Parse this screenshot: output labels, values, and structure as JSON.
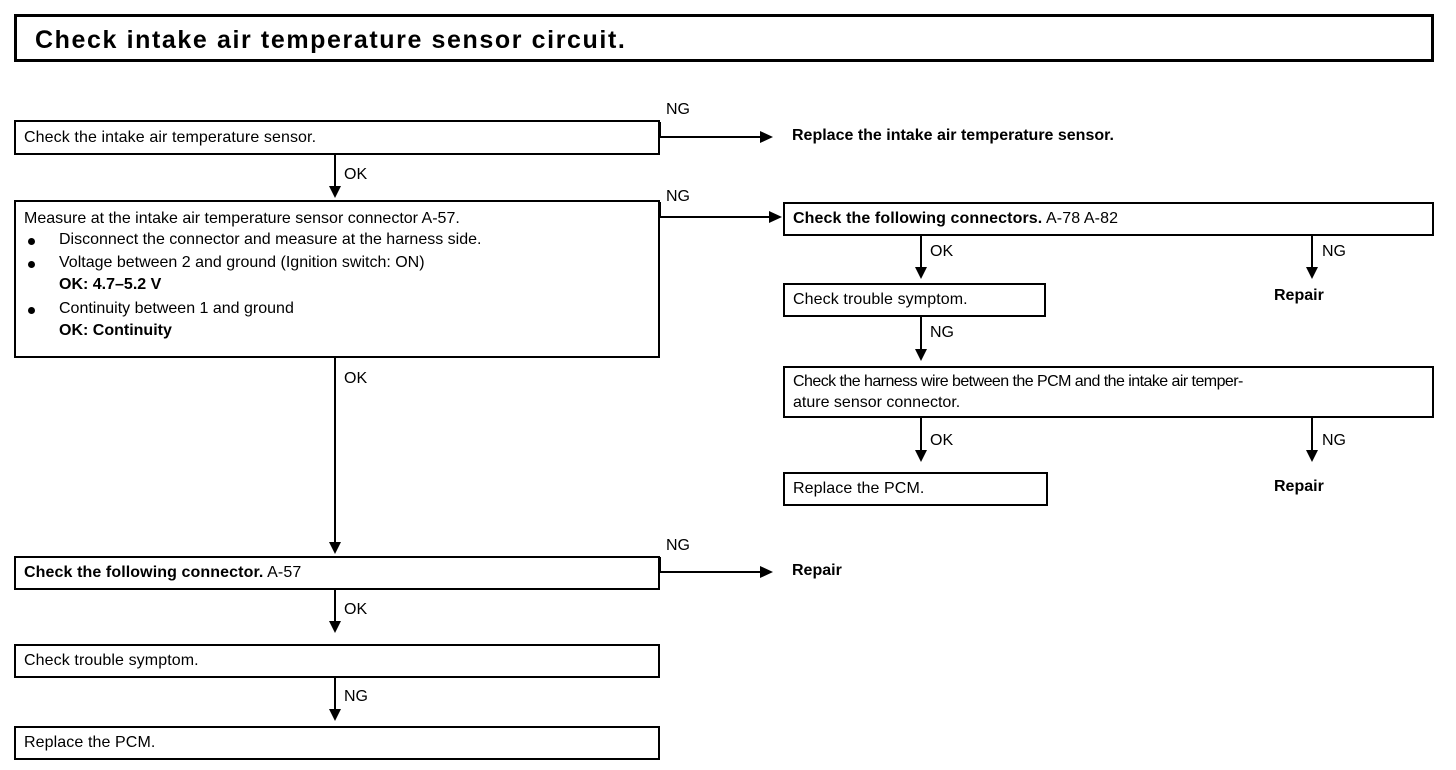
{
  "title": {
    "text": "Check intake air temperature sensor circuit."
  },
  "labels": {
    "ok": "OK",
    "ng": "NG"
  },
  "left_column": {
    "sensor_check": "Check the intake air temperature sensor.",
    "measure": {
      "heading": "Measure at the intake air temperature sensor connector A-57.",
      "bullets": [
        {
          "text": "Disconnect the connector and measure at the harness side."
        },
        {
          "text": "Voltage between 2 and ground (Ignition switch: ON)",
          "sub": "OK:  4.7–5.2 V"
        },
        {
          "text": "Continuity between 1 and ground",
          "sub": "OK:  Continuity"
        }
      ]
    },
    "connector_check_bold": "Check the following connector.",
    "connector_check_ref": "A-57",
    "trouble_symptom": "Check trouble symptom.",
    "replace_pcm": "Replace the PCM."
  },
  "right_column": {
    "replace_sensor": "Replace the intake air temperature sensor.",
    "connectors_check_bold": "Check the following connectors.",
    "connectors_check_ref": "A-78 A-82",
    "trouble_symptom": "Check trouble symptom.",
    "harness_line1": "Check the harness wire between the PCM and the intake air temper-",
    "harness_line2": "ature sensor connector.",
    "replace_pcm": "Replace the PCM.",
    "repair_top": "Repair",
    "repair_bottom": "Repair"
  },
  "terminals": {
    "repair_left": "Repair"
  },
  "colors": {
    "ink": "#000000",
    "paper": "#ffffff"
  }
}
